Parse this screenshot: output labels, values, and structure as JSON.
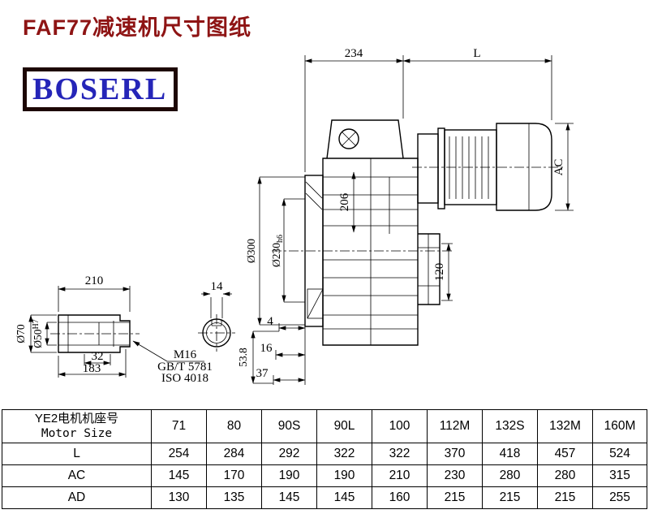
{
  "page": {
    "title": "FAF77减速机尺寸图纸",
    "logo_text": "BOSERL"
  },
  "drawing": {
    "width_234": "234",
    "motor_length_label": "L",
    "motor_height_label": "AC",
    "dim_206": "206",
    "flange_od": "Ø300",
    "spigot_dia": "Ø230",
    "spigot_tol": "h6",
    "dim_120": "120",
    "shaft_length": "210",
    "keyway_width": "14",
    "dim_4": "4",
    "dim_16": "16",
    "dim_37": "37",
    "dim_53_8": "53.8",
    "shaft_od": "Ø70",
    "bore_dia": "Ø50",
    "bore_tol": "H7",
    "dim_32": "32",
    "dim_183": "183",
    "thread_spec": "M16",
    "standard_gb": "GB/T 5781",
    "standard_iso": "ISO 4018"
  },
  "table": {
    "header_cn": "YE2电机机座号",
    "header_en": "Motor Size",
    "sizes": [
      "71",
      "80",
      "90S",
      "90L",
      "100",
      "112M",
      "132S",
      "132M",
      "160M"
    ],
    "row_L": {
      "label": "L",
      "values": [
        "254",
        "284",
        "292",
        "322",
        "322",
        "370",
        "418",
        "457",
        "524"
      ]
    },
    "row_AC": {
      "label": "AC",
      "values": [
        "145",
        "170",
        "190",
        "190",
        "210",
        "230",
        "280",
        "280",
        "315"
      ]
    },
    "row_AD": {
      "label": "AD",
      "values": [
        "130",
        "135",
        "145",
        "145",
        "160",
        "215",
        "215",
        "215",
        "255"
      ]
    }
  }
}
